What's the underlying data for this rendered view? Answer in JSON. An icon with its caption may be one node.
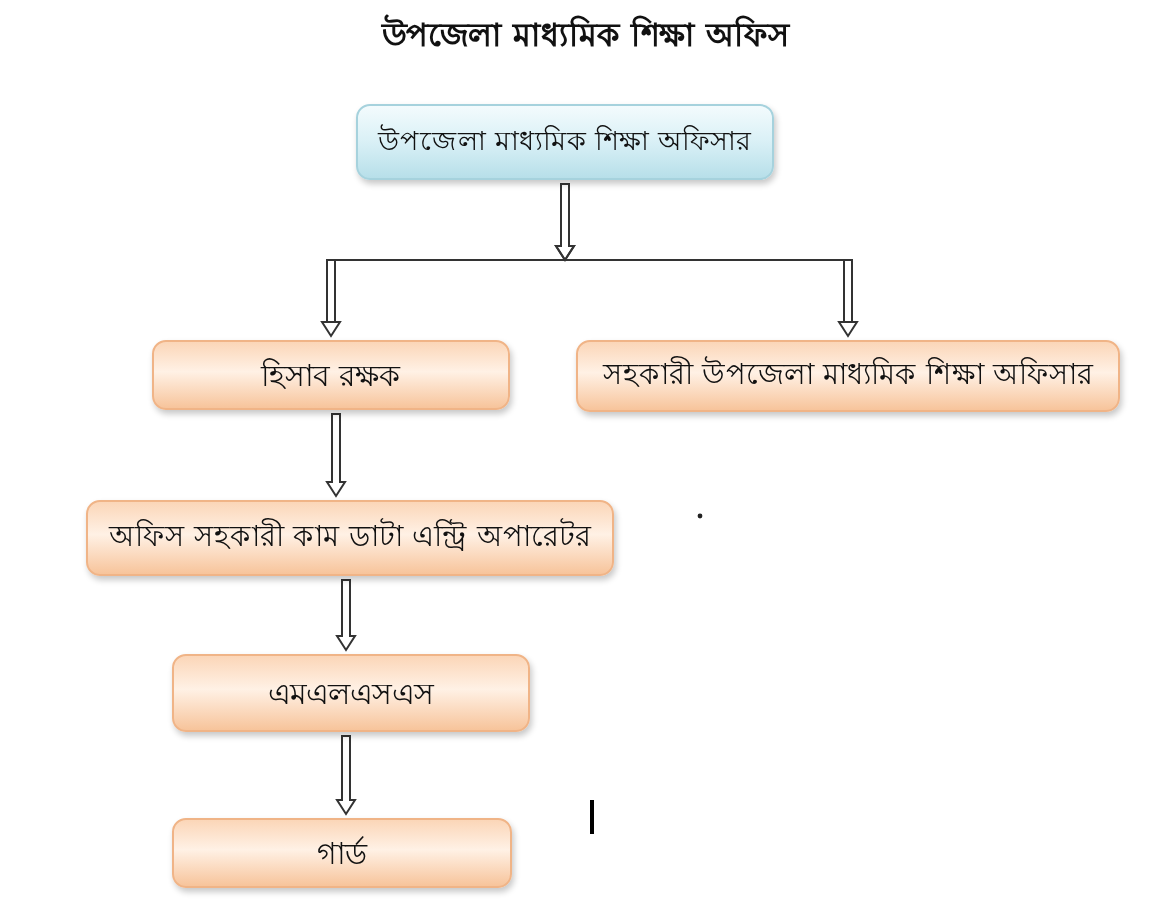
{
  "diagram": {
    "title": "উপজেলা মাধ্যমিক শিক্ষা অফিস",
    "nodes": [
      {
        "text": [
          "উপজেলা মাধ্যমিক শিক্ষা অফিসার"
        ]
      },
      {
        "text": [
          "হিসাব রক্ষক"
        ]
      },
      {
        "text": [
          "সহকারী উপজেলা মাধ্যমিক শিক্ষা অফিসার"
        ]
      },
      {
        "text": [
          "অফিস সহকারী কাম ডাটা এন্ট্রি অপারেটর"
        ]
      },
      {
        "text": [
          "এমএলএসএস"
        ]
      },
      {
        "text": [
          "গার্ড"
        ]
      }
    ],
    "edges": [
      {
        "from": 0,
        "to": 1,
        "arrow": "to"
      },
      {
        "from": 0,
        "to": 2,
        "arrow": "to"
      },
      {
        "from": 1,
        "to": 3,
        "arrow": "to"
      },
      {
        "from": 3,
        "to": 4,
        "arrow": "to"
      },
      {
        "from": 4,
        "to": 5,
        "arrow": "to"
      }
    ]
  }
}
